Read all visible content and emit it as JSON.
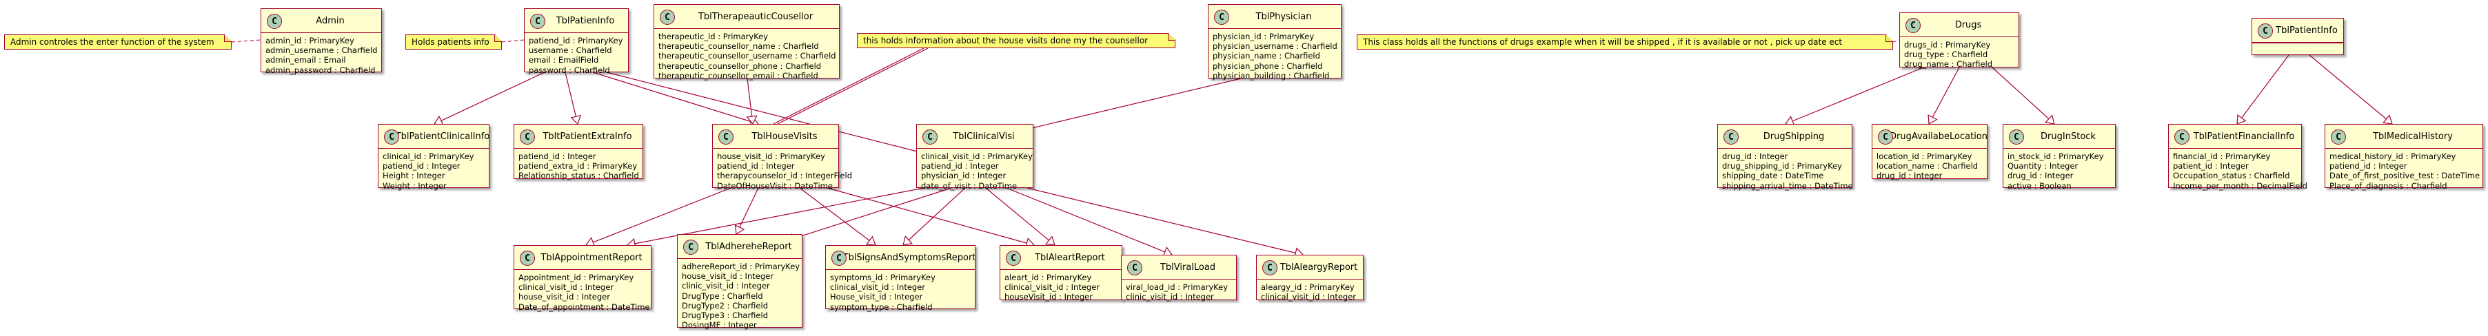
{
  "diagram": {
    "classes": {
      "Admin": {
        "name": "Admin",
        "attributes": [
          "admin_id : PrimaryKey",
          "admin_username : Charfield",
          "admin_email : Email",
          "admin_password : Charfield"
        ]
      },
      "TblPatienInfo": {
        "name": "TblPatienInfo",
        "attributes": [
          "patiend_id : PrimaryKey",
          "username : Charfield",
          "email : EmailField",
          "password : Charfield"
        ]
      },
      "TblTherapeauticCousellor": {
        "name": "TblTherapeauticCousellor",
        "attributes": [
          "therapeutic_id : PrimaryKey",
          "therapeutic_counsellor_name : Charfield",
          "therapeutic_counsellor_username : Charfield",
          "therapeutic_counsellor_phone : Charfield",
          "therapeutic_counsellor_email : Charfield"
        ]
      },
      "TblPhysician": {
        "name": "TblPhysician",
        "attributes": [
          "physician_id : PrimaryKey",
          "physician_username : Charfield",
          "physician_name : Charfield",
          "physician_phone : Charfield",
          "physician_building : Charfield"
        ]
      },
      "TblPatientClinicalInfo": {
        "name": "TblPatientClinicalInfo",
        "attributes": [
          "clinical_id : PrimaryKey",
          "patiend_id : Integer",
          "Height : Integer",
          "Weight : Integer"
        ]
      },
      "TbltPatientExtraInfo": {
        "name": "TbltPatientExtraInfo",
        "attributes": [
          "patiend_id : Integer",
          "patiend_extra_id : PrimaryKey",
          "Relationship_status : Charfield"
        ]
      },
      "TblHouseVisits": {
        "name": "TblHouseVisits",
        "attributes": [
          "house_visit_id : PrimaryKey",
          "patiend_id : Integer",
          "therapycounselor_id : IntegerField",
          "DateOfHouseVisit : DateTime"
        ]
      },
      "TblClinicalVisi": {
        "name": "TblClinicalVisi",
        "attributes": [
          "clinical_visit_id : PrimaryKey",
          "patiend_id : Integer",
          "physician_id : Integer",
          "date_of_visit : DateTime"
        ]
      },
      "TblAppointmentReport": {
        "name": "TblAppointmentReport",
        "attributes": [
          "Appointment_id : PrimaryKey",
          "clinical_visit_id : Integer",
          "house_visit_id : Integer",
          "Date_of_appointment : DateTime"
        ]
      },
      "TblAdhereheReport": {
        "name": "TblAdhereheReport",
        "attributes": [
          "adhereReport_id : PrimaryKey",
          "house_visit_id : Integer",
          "clinic_visit_id : Integer",
          "DrugType : Charfield",
          "DrugType2 : Charfield",
          "DrugType3 : Charfield",
          "DosingMF : Integer"
        ]
      },
      "TblSignsAndSymptomsReport": {
        "name": "TblSignsAndSymptomsReport",
        "attributes": [
          "symptoms_id : PrimaryKey",
          "clinical_visit_id : Integer",
          "House_visit_id : Integer",
          "symptom_type : Charfield"
        ]
      },
      "TblAleartReport": {
        "name": "TblAleartReport",
        "attributes": [
          "aleart_id : PrimaryKey",
          "clinical_visit_id : Integer",
          "houseVisit_id : Integer"
        ]
      },
      "TblViralLoad": {
        "name": "TblViralLoad",
        "attributes": [
          "viral_load_id : PrimaryKey",
          "clinic_visit_id : Integer"
        ]
      },
      "TblAleargyReport": {
        "name": "TblAleargyReport",
        "attributes": [
          "aleargy_id : PrimaryKey",
          "clinical_visit_id : Integer"
        ]
      },
      "Drugs": {
        "name": "Drugs",
        "attributes": [
          "drugs_id : PrimaryKey",
          "drug_type : Charfield",
          "drug_name : Charfield"
        ]
      },
      "DrugShipping": {
        "name": "DrugShipping",
        "attributes": [
          "drug_id : Integer",
          "drug_shipping_id : PrimaryKey",
          "shipping_date : DateTime",
          "shipping_arrival_time : DateTime"
        ]
      },
      "DrugAvailabeLocation": {
        "name": "DrugAvailabeLocation",
        "attributes": [
          "location_id : PrimaryKey",
          "location_name : Charfield",
          "drug_id : Integer"
        ]
      },
      "DrugInStock": {
        "name": "DrugInStock",
        "attributes": [
          "in_stock_id : PrimaryKey",
          "Quantity : Integer",
          "drug_id : Integer",
          "active : Boolean"
        ]
      },
      "TblPatientInfo": {
        "name": "TblPatientInfo",
        "attributes": []
      },
      "TblPatientFinancialInfo": {
        "name": "TblPatientFinancialInfo",
        "attributes": [
          "financial_id : PrimaryKey",
          "patient_id : Integer",
          "Occupation_status : Charfield",
          "Income_per_month : DecimalField"
        ]
      },
      "TblMedicalHistory": {
        "name": "TblMedicalHistory",
        "attributes": [
          "medical_history_id : PrimaryKey",
          "patiend_id : Integer",
          "Date_of_first_positive_test : DateTime",
          "Place_of_diagnosis : Charfield"
        ]
      }
    },
    "notes": {
      "admin_note": "Admin controles the enter function of the system",
      "patient_note": "Holds patients info",
      "house_note": "this holds information about the house visits done my the counsellor",
      "drugs_note": "This class holds all the functions of drugs example when it will be shipped , if it is available or not , pick up date ect"
    },
    "class_icon_letter": "C",
    "colors": {
      "class_fill": "#FEFECE",
      "border": "#A80036",
      "note_fill": "#FBFB77",
      "icon_fill": "#ADD1B2"
    }
  }
}
